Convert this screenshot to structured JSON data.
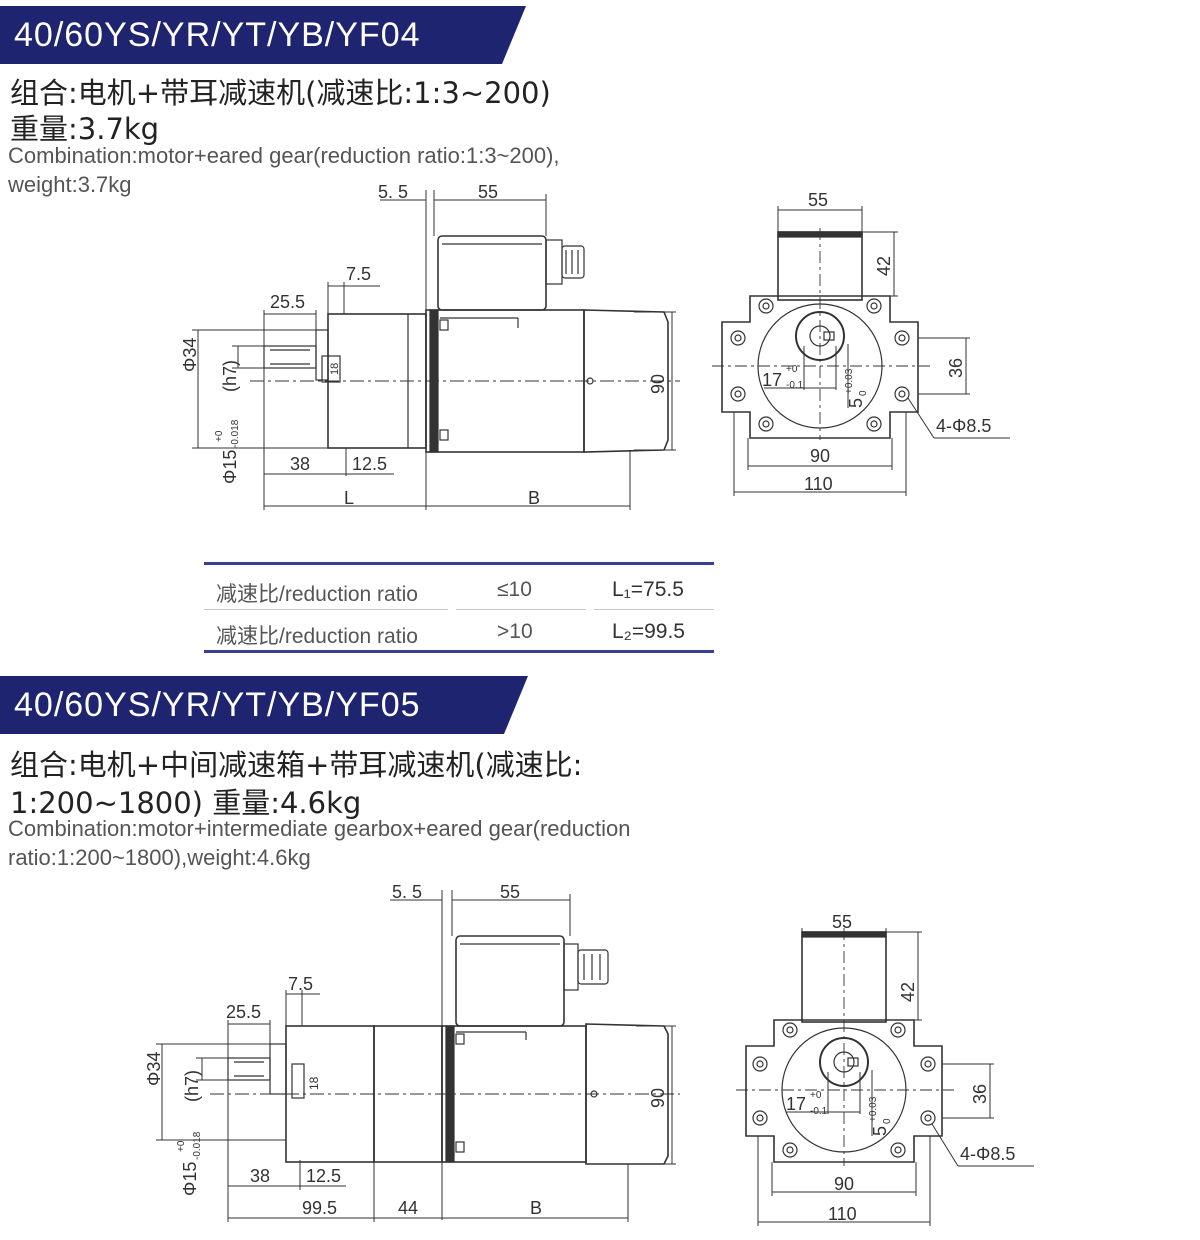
{
  "section1": {
    "title": "40/60YS/YR/YT/YB/YF04",
    "cn_line1": "组合:电机+带耳减速机(减速比:1:3~200)",
    "cn_line2": "重量:3.7kg",
    "en_line1": "Combination:motor+eared gear(reduction ratio:1:3~200),",
    "en_line2": "weight:3.7kg",
    "dims": {
      "d_5_5": "5. 5",
      "d_55_top": "55",
      "d_7_5": "7.5",
      "d_25_5": "25.5",
      "d_phi34": "Φ34",
      "d_h7": "(h7)",
      "d_phi15": "Φ15",
      "d_tol15_hi": "+0",
      "d_tol15_lo": "-0.018",
      "d_18": "18",
      "d_90_side": "90",
      "d_38": "38",
      "d_12_5": "12.5",
      "d_L": "L",
      "d_B": "B",
      "f_55": "55",
      "f_42": "42",
      "f_36": "36",
      "f_17": "17",
      "f_17_hi": "+0",
      "f_17_lo": "-0.1",
      "f_5": "5",
      "f_5_hi": "+0.03",
      "f_5_lo": "0",
      "f_holes": "4-Φ8.5",
      "f_90": "90",
      "f_110": "110"
    },
    "table": {
      "rows": [
        {
          "label": "减速比/reduction ratio",
          "cond": "≤10",
          "value": "L₁=75.5"
        },
        {
          "label": "减速比/reduction ratio",
          "cond": ">10",
          "value": "L₂=99.5"
        }
      ]
    }
  },
  "section2": {
    "title": "40/60YS/YR/YT/YB/YF05",
    "cn_line1": "组合:电机+中间减速箱+带耳减速机(减速比:",
    "cn_line2": "1:200~1800) 重量:4.6kg",
    "en_line1": "Combination:motor+intermediate gearbox+eared gear(reduction",
    "en_line2": "ratio:1:200~1800),weight:4.6kg",
    "dims": {
      "d_5_5": "5. 5",
      "d_55_top": "55",
      "d_7_5": "7.5",
      "d_25_5": "25.5",
      "d_phi34": "Φ34",
      "d_h7": "(h7)",
      "d_phi15": "Φ15",
      "d_tol15_hi": "+0",
      "d_tol15_lo": "-0.018",
      "d_18": "18",
      "d_90_side": "90",
      "d_38": "38",
      "d_12_5": "12.5",
      "d_99_5": "99.5",
      "d_44": "44",
      "d_B": "B",
      "f_55": "55",
      "f_42": "42",
      "f_36": "36",
      "f_17": "17",
      "f_17_hi": "+0",
      "f_17_lo": "-0.1",
      "f_5": "5",
      "f_5_hi": "+0.03",
      "f_5_lo": "0",
      "f_holes": "4-Φ8.5",
      "f_90": "90",
      "f_110": "110"
    }
  },
  "colors": {
    "banner": "#1f2470",
    "table_rule": "#3b3f94",
    "line": "#333333"
  }
}
